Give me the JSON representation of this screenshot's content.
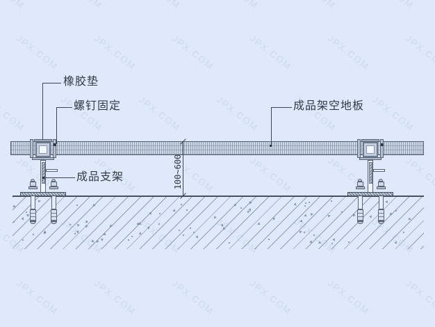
{
  "drawing": {
    "labels": {
      "rubber_pad": "橡胶垫",
      "screw_fixing": "螺钉固定",
      "raised_floor": "成品架空地板",
      "support": "成品支架"
    },
    "dimension_value": "100~600",
    "watermark_text": "JPX.COM",
    "colors": {
      "background": "#dfe9fb",
      "line": "#3c4553",
      "band_fill": "#cdd7e8",
      "hatch": "#78849' ",
      "text": "#333a45"
    }
  }
}
